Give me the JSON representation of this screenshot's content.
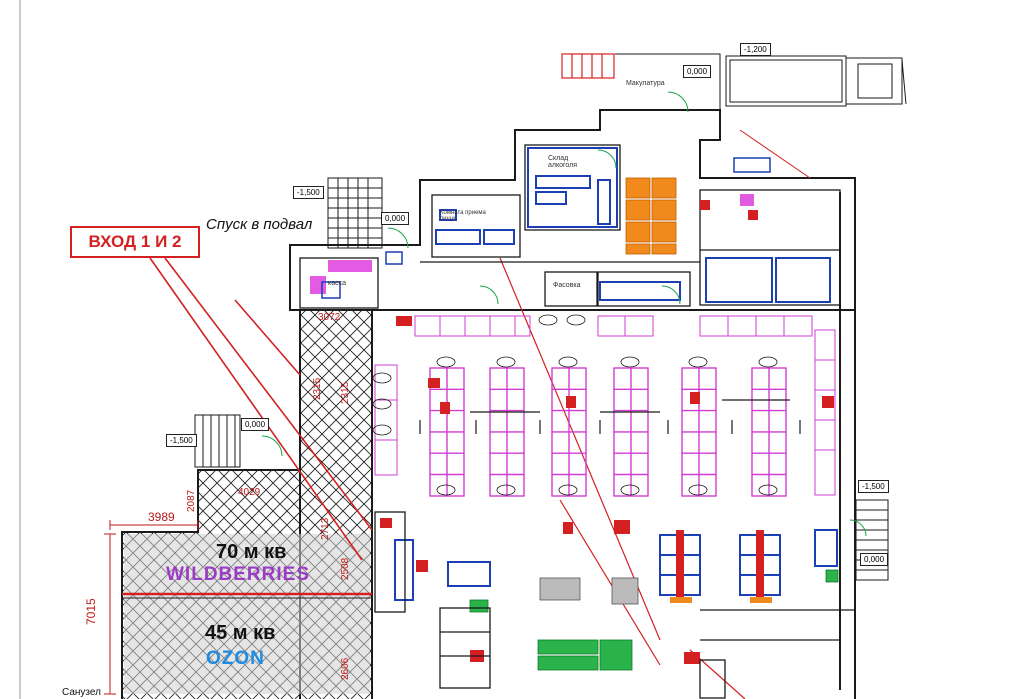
{
  "entrance_label": "ВХОД 1 И 2",
  "basement_label": "Спуск в подвал",
  "area_wb": "70 м кв",
  "brand_wb": "WILDBERRIES",
  "area_ozon": "45 м кв",
  "brand_ozon": "OZON",
  "restroom_label": "Санузел",
  "cashier_label": "касса",
  "alcohol_store_label": "Склад алкоголя",
  "food_room_label": "Комната приема пищи",
  "packing_label": "Фасовка",
  "waste_paper_label": "Макулатура",
  "levels": {
    "top_right": "-1,200",
    "top_mid": "0,000",
    "left_upper": "-1,500",
    "left_upper_zero": "0,000",
    "left_lower": "-1,500",
    "left_lower_zero": "0,000",
    "right_lower": "-1,500",
    "right_lower_zero": "0,000"
  },
  "dimensions": {
    "width_3989": "3989",
    "height_7015": "7015",
    "d_2087": "2087",
    "d_4029": "4029",
    "d_3072": "3072",
    "d_2315": "2315",
    "d_2315b": "2315",
    "d_2508": "2508",
    "d_2606": "2606",
    "d_2713": "2713"
  },
  "colors": {
    "wall": "#1a1a1a",
    "accent_red": "#d42020",
    "shelf_pink": "#d23bd2",
    "equipment_blue": "#1c3fb4",
    "pallet_orange": "#f08a1c",
    "green_equipment": "#29b34a",
    "wb_purple": "#9b3cc6",
    "ozon_blue": "#1e8be0"
  }
}
